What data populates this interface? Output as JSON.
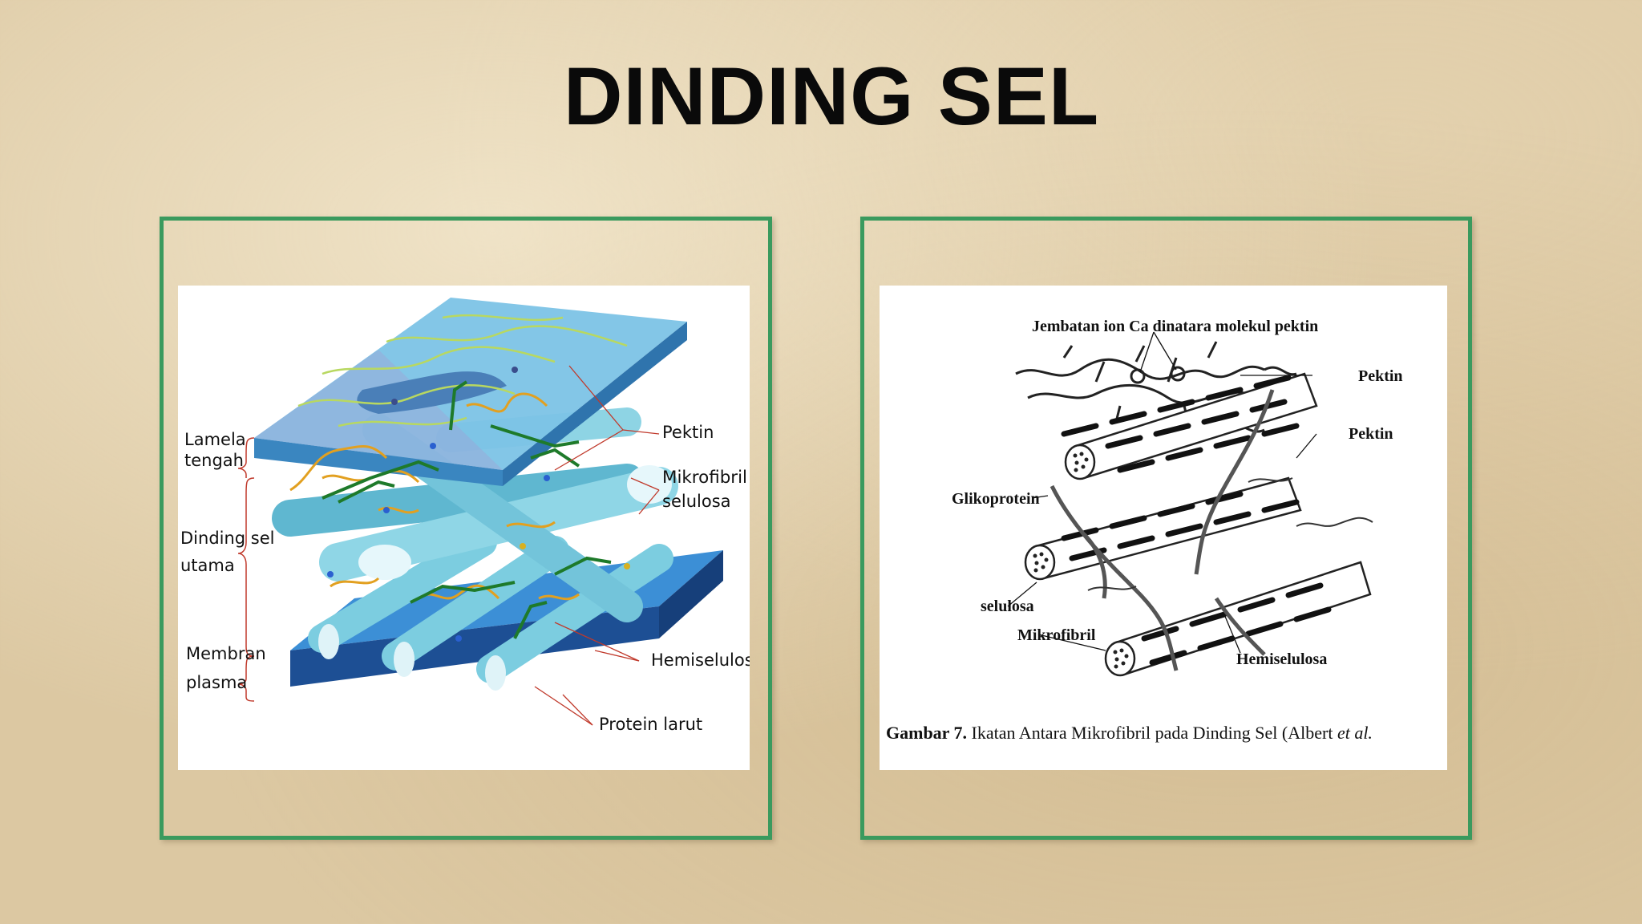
{
  "title": "DINDING SEL",
  "left_figure": {
    "labels": {
      "lamela_1": "Lamela",
      "lamela_2": "tengah",
      "dinding_1": "Dinding sel",
      "dinding_2": "utama",
      "membran_1": "Membran",
      "membran_2": "plasma",
      "pektin": "Pektin",
      "mikro_1": "Mikrofibril",
      "mikro_2": "selulosa",
      "hemiselulosa": "Hemiselulosa",
      "protein": "Protein larut"
    },
    "colors": {
      "top_plate": "#6fb6dc",
      "bottom_plate": "#1f62a8",
      "fibril": "#7ccde0",
      "pectin": "#e2a020",
      "hemicellulose": "#1e7a2a"
    }
  },
  "right_figure": {
    "labels": {
      "jembatan": "Jembatan ion Ca dinatara molekul pektin",
      "pektin_1": "Pektin",
      "pektin_2": "Pektin",
      "glikoprotein": "Glikoprotein",
      "selulosa": "selulosa",
      "mikrofibril": "Mikrofibril",
      "hemiselulosa": "Hemiselulosa"
    },
    "caption": {
      "prefix": "Gambar 7.",
      "text": " Ikatan Antara Mikrofibril pada Dinding Sel (Albert ",
      "etal": "et al."
    }
  }
}
